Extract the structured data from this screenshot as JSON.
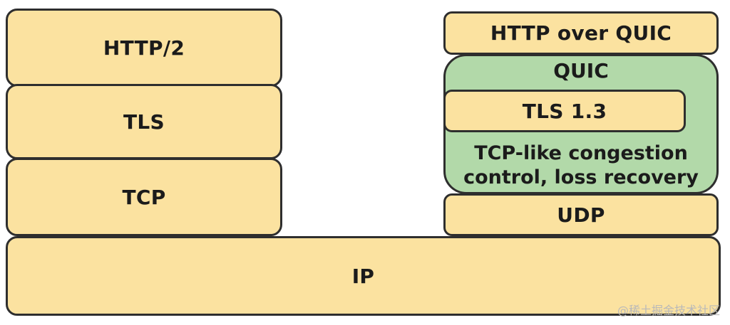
{
  "left_stack": {
    "http2": "HTTP/2",
    "tls": "TLS",
    "tcp": "TCP"
  },
  "ip": "IP",
  "right_stack": {
    "http_over_quic": "HTTP over QUIC",
    "quic": "QUIC",
    "tls13": "TLS 1.3",
    "congestion_line1": "TCP-like congestion",
    "congestion_line2": "control, loss recovery",
    "udp": "UDP"
  },
  "watermark": "@稀土掘金技术社区",
  "colors": {
    "layer_fill": "#fbe2a0",
    "quic_fill": "#b2d9a9",
    "border": "#2e2e2e"
  }
}
